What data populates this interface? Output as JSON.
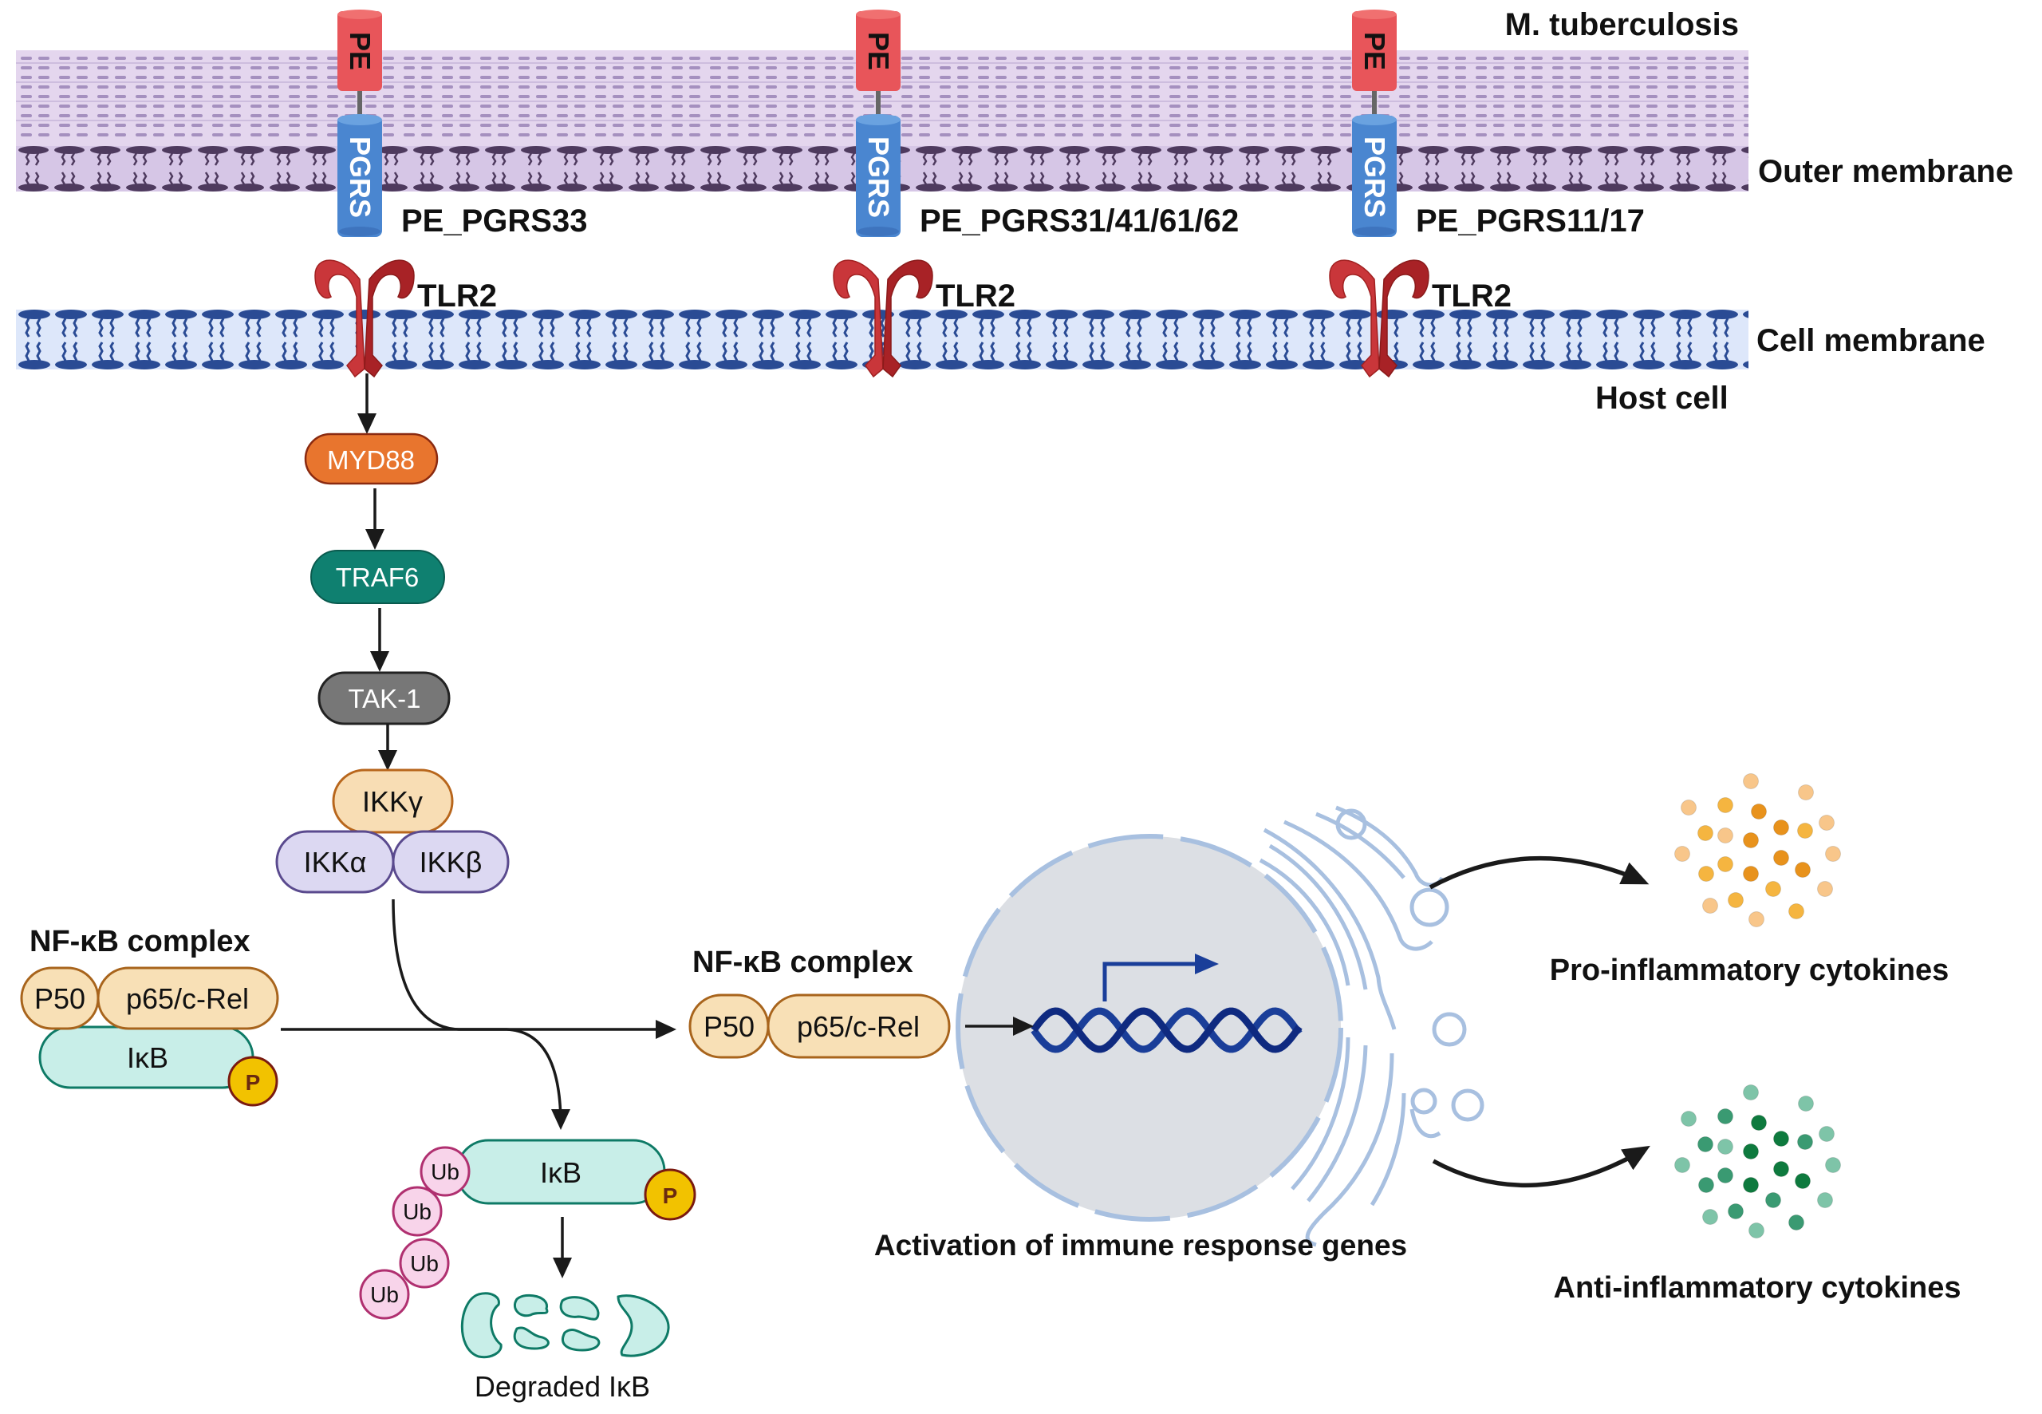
{
  "figure": {
    "labels": {
      "organism": "M. tuberculosis",
      "outer_membrane": "Outer membrane",
      "cell_membrane": "Cell membrane",
      "host_cell": "Host cell",
      "activation": "Activation of immune response genes",
      "pro_inflammatory": "Pro-inflammatory cytokines",
      "anti_inflammatory": "Anti-inflammatory cytokines",
      "degraded": "Degraded IκB"
    },
    "pe_pgrs_proteins": [
      {
        "pe": "PE",
        "pgrs": "PGRS",
        "name": "PE_PGRS33",
        "receptor": "TLR2"
      },
      {
        "pe": "PE",
        "pgrs": "PGRS",
        "name": "PE_PGRS31/41/61/62",
        "receptor": "TLR2"
      },
      {
        "pe": "PE",
        "pgrs": "PGRS",
        "name": "PE_PGRS11/17",
        "receptor": "TLR2"
      }
    ],
    "pathway": {
      "myd88": "MYD88",
      "traf6": "TRAF6",
      "tak1": "TAK-1",
      "ikk_gamma": "IKKγ",
      "ikk_alpha": "IKKα",
      "ikk_beta": "IKKβ"
    },
    "nfkb_inactive": {
      "title": "NF-κB complex",
      "p50": "P50",
      "p65": "p65/c-Rel",
      "ikb": "IκB",
      "phospho": "P"
    },
    "nfkb_active": {
      "title": "NF-κB complex",
      "p50": "P50",
      "p65": "p65/c-Rel"
    },
    "ubiquitinated": {
      "ikb": "IκB",
      "phospho": "P",
      "ub": [
        "Ub",
        "Ub",
        "Ub",
        "Ub"
      ]
    },
    "colors": {
      "pe": "#E8555A",
      "pgrs": "#4A86D0",
      "tlr2": "#C0302E",
      "outer_membrane_bg": "#E4D6EE",
      "outer_membrane_lipid": "#4E3A5E",
      "cell_membrane_bg": "#DDE7FA",
      "cell_membrane_lipid": "#2A4B94",
      "myd88": "#E8752E",
      "traf6": "#0F8070",
      "tak1": "#777777",
      "ikk_gamma": "#F8DDB4",
      "ikk_ab": "#DCD8F2",
      "nfkb": "#F8E0B6",
      "ikb": "#C8EEE8",
      "phospho": "#F2C200",
      "ub": "#F8D4EA",
      "nucleus": "#DCDFE4",
      "dna": "#1A3E99",
      "pro_light": "#F8C68A",
      "pro_mid": "#F5B540",
      "pro_dark": "#E8921C",
      "anti_light": "#7EC4A8",
      "anti_mid": "#3A9A72",
      "anti_dark": "#0E7A3E"
    }
  }
}
